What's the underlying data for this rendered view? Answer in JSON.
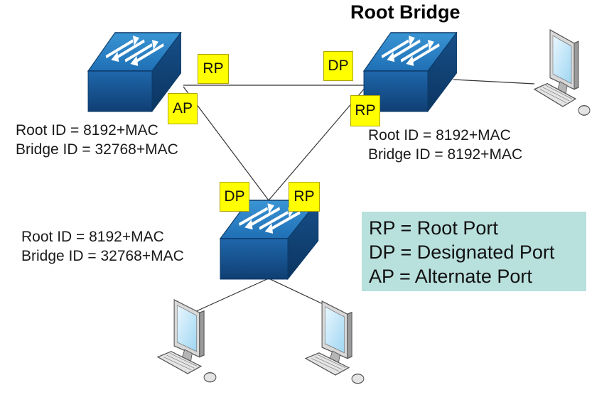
{
  "title": "Root Bridge",
  "switches": [
    {
      "id": "switch-left",
      "root_id": "Root ID = 8192+MAC",
      "bridge_id": "Bridge ID = 32768+MAC"
    },
    {
      "id": "switch-root",
      "root_id": "Root ID = 8192+MAC",
      "bridge_id": "Bridge ID = 8192+MAC"
    },
    {
      "id": "switch-bottom",
      "root_id": "Root ID = 8192+MAC",
      "bridge_id": "Bridge ID = 32768+MAC"
    }
  ],
  "ports": {
    "left_to_root": "RP",
    "left_to_bottom": "AP",
    "root_to_left": "DP",
    "root_to_bottom": "RP",
    "bottom_to_left": "DP",
    "bottom_to_root": "RP"
  },
  "legend": [
    "RP = Root Port",
    "DP = Designated Port",
    "AP = Alternate Port"
  ],
  "colors": {
    "port_label": "#ffff00",
    "legend_bg": "#b8e0dd",
    "switch_top": "#2f86c8",
    "switch_side": "#1a5f9c"
  }
}
